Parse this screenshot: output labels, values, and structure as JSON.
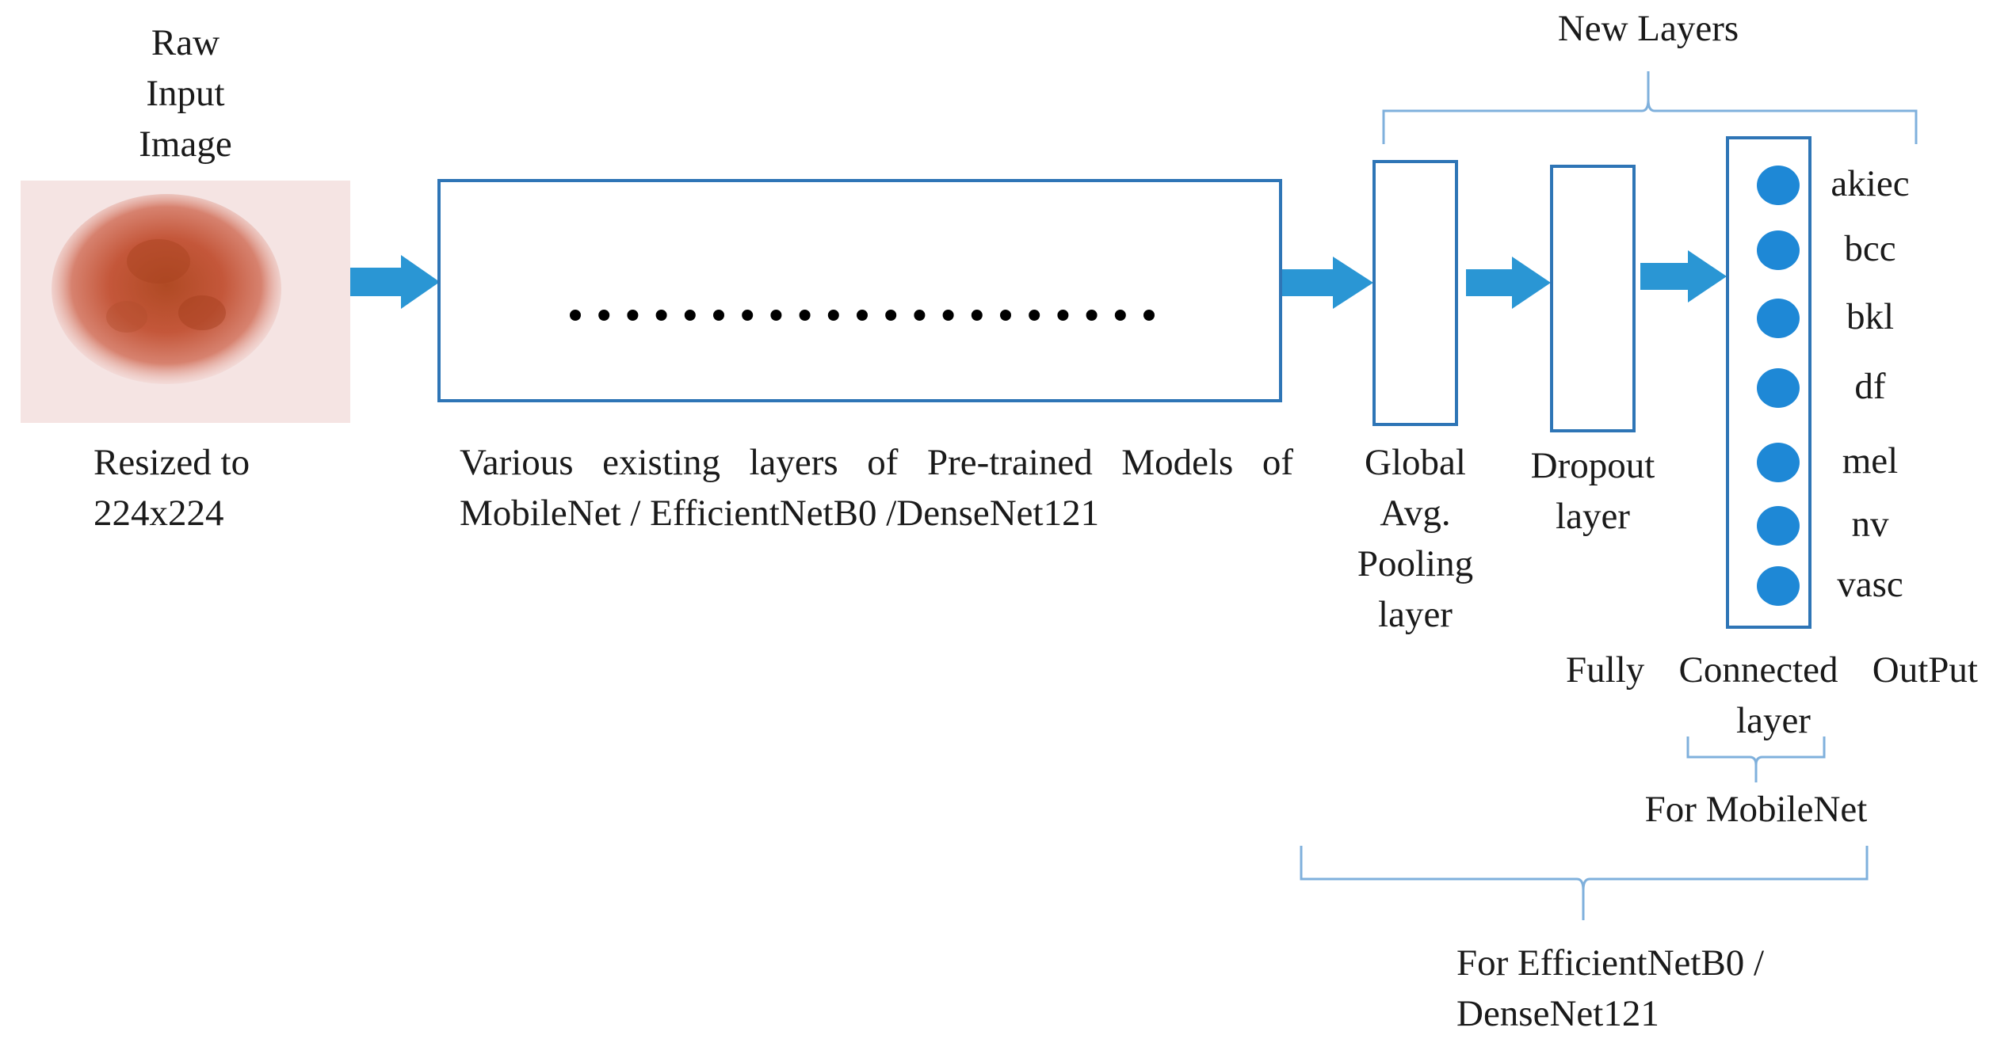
{
  "input": {
    "title_lines": [
      "Raw",
      "Input",
      "Image"
    ],
    "resize_lines": [
      "Resized to",
      "224x224"
    ]
  },
  "backbone": {
    "caption_line1": "Various existing layers of Pre-trained Models of",
    "caption_line2": "MobileNet / EfficientNetB0  /DenseNet121",
    "dot_count": 21
  },
  "new_layers": {
    "label": "New Layers"
  },
  "gap_layer": {
    "lines": [
      "Global",
      "Avg.",
      "Pooling",
      "layer"
    ]
  },
  "dropout_layer": {
    "lines": [
      "Dropout",
      "layer"
    ]
  },
  "output_layer": {
    "classes": [
      "akiec",
      "bcc",
      "bkl",
      "df",
      "mel",
      "nv",
      "vasc"
    ],
    "caption_line1": "Fully  Connected  OutPut",
    "caption_line2": "layer"
  },
  "braces": {
    "mobilenet": "For MobileNet",
    "efficientnet_lines": [
      "For EfficientNetB0  /",
      "DenseNet121"
    ]
  },
  "colors": {
    "box_stroke": "#2e75b6",
    "brace_stroke": "#7fb0dc",
    "arrow_fill": "#2a96d4",
    "node_fill": "#1e88d6",
    "text": "#1a1a1a"
  }
}
